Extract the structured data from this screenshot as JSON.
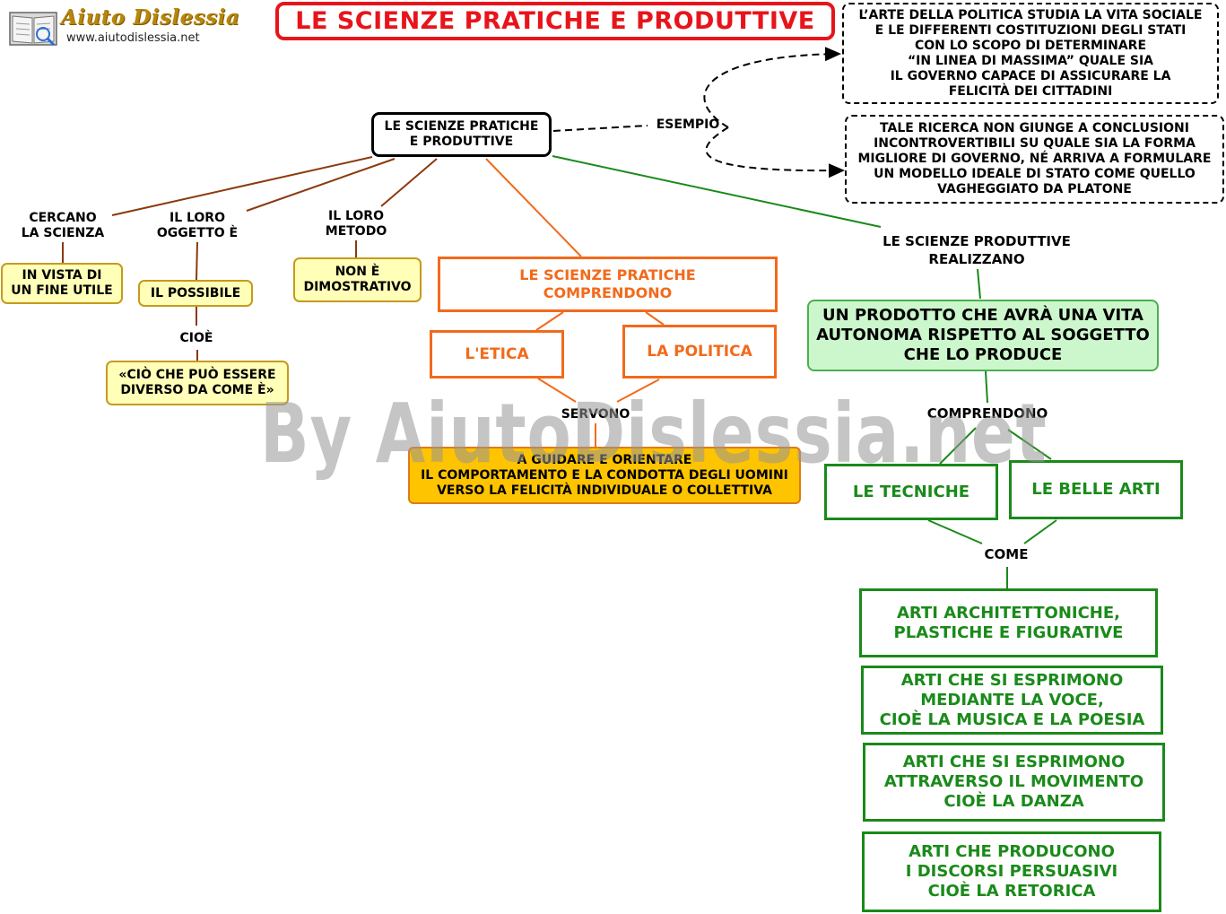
{
  "logo": {
    "name": "Aiuto Dislessia",
    "url": "www.aiutodislessia.net"
  },
  "title": "LE SCIENZE PRATICHE E PRODUTTIVE",
  "root": "LE SCIENZE PRATICHE\nE PRODUTTIVE",
  "esempio": {
    "label": "ESEMPIO",
    "box1": "L’ARTE DELLA POLITICA STUDIA LA VITA SOCIALE\nE LE DIFFERENTI COSTITUZIONI DEGLI STATI\nCON LO SCOPO DI DETERMINARE\n“IN LINEA DI MASSIMA” QUALE SIA\nIL GOVERNO CAPACE DI ASSICURARE LA\nFELICITÀ DEI CITTADINI",
    "box2": "TALE RICERCA NON GIUNGE A CONCLUSIONI\nINCONTROVERTIBILI SU QUALE SIA LA FORMA\nMIGLIORE DI GOVERNO, NÉ ARRIVA A FORMULARE\nUN MODELLO IDEALE DI STATO COME QUELLO\nVAGHEGGIATO DA PLATONE"
  },
  "left": {
    "cercano_label": "CERCANO\nLA SCIENZA",
    "cercano_box": "IN VISTA DI\nUN FINE UTILE",
    "oggetto_label": "IL LORO\nOGGETTO È",
    "oggetto_box": "IL POSSIBILE",
    "cioe_label": "CIOÈ",
    "cioe_box": "«CIÒ CHE PUÒ ESSERE\nDIVERSO DA COME È»",
    "metodo_label": "IL LORO\nMETODO",
    "metodo_box": "NON È\nDIMOSTRATIVO"
  },
  "pratiche": {
    "box": "LE SCIENZE PRATICHE\nCOMPRENDONO",
    "etica": "L'ETICA",
    "politica": "LA POLITICA",
    "servono": "SERVONO",
    "result": "A GUIDARE E ORIENTARE\nIL COMPORTAMENTO E LA CONDOTTA DEGLI UOMINI\nVERSO LA FELICITÀ INDIVIDUALE O COLLETTIVA"
  },
  "produttive": {
    "label": "LE SCIENZE PRODUTTIVE\nREALIZZANO",
    "box": "UN PRODOTTO CHE AVRÀ UNA VITA\nAUTONOMA RISPETTO AL SOGGETTO\nCHE LO PRODUCE",
    "comprendono": "COMPRENDONO",
    "tecniche": "LE TECNICHE",
    "belle_arti": "LE BELLE ARTI",
    "come": "COME",
    "arts": [
      "ARTI ARCHITETTONICHE,\nPLASTICHE E FIGURATIVE",
      "ARTI CHE SI ESPRIMONO\nMEDIANTE LA VOCE,\nCIOÈ LA MUSICA E LA POESIA",
      "ARTI CHE SI ESPRIMONO\nATTRAVERSO IL MOVIMENTO\nCIOÈ LA DANZA",
      "ARTI CHE PRODUCONO\nI DISCORSI PERSUASIVI\nCIOÈ LA RETORICA"
    ]
  },
  "watermark": "By AiutoDislessia.net",
  "colors": {
    "red": "#e8141b",
    "orange": "#f26a1b",
    "brown": "#8b3a0e",
    "green": "#1a8a1a",
    "yellow": "#ffffb8",
    "gold": "#ffc400"
  }
}
